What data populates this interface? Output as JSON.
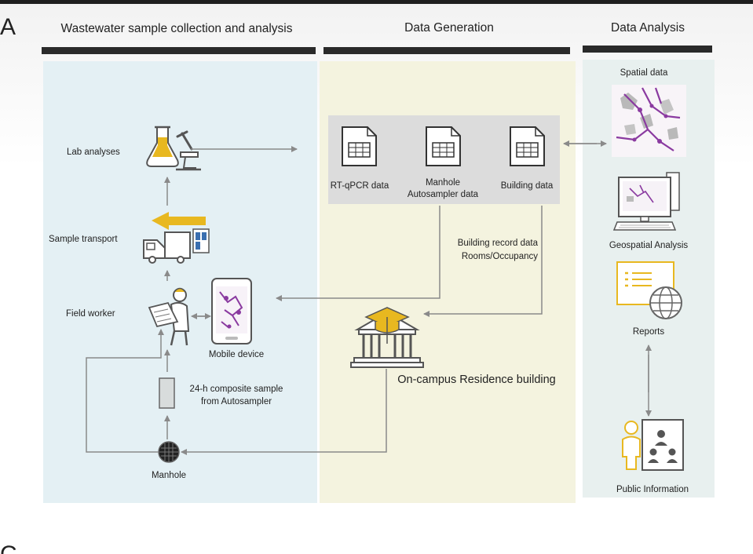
{
  "panel_letter": "A",
  "panel_letter_bottom": "C",
  "columns": {
    "collection": "Wastewater sample collection and analysis",
    "generation": "Data Generation",
    "analysis": "Data Analysis"
  },
  "collection": {
    "lab_analyses": "Lab analyses",
    "sample_transport": "Sample transport",
    "field_worker": "Field worker",
    "mobile_device": "Mobile device",
    "composite_line1": "24-h composite sample",
    "composite_line2": "from Autosampler",
    "manhole": "Manhole"
  },
  "generation": {
    "rtqpcr": "RT-qPCR data",
    "manhole_line1": "Manhole",
    "manhole_line2": "Autosampler data",
    "building": "Building data",
    "record_line1": "Building record data",
    "record_line2": "Rooms/Occupancy",
    "residence": "On-campus Residence building"
  },
  "analysis": {
    "spatial": "Spatial data",
    "geospatial": "Geospatial Analysis",
    "reports": "Reports",
    "public": "Public Information"
  },
  "colors": {
    "collection_bg": "#e4f0f4",
    "generation_bg": "#f4f3df",
    "analysis_bg": "#e8f0ef",
    "header_bar": "#2a2a2a",
    "accent_yellow": "#e8b820",
    "arrow": "#8a8a8a",
    "map_purple": "#8a3aa0"
  }
}
